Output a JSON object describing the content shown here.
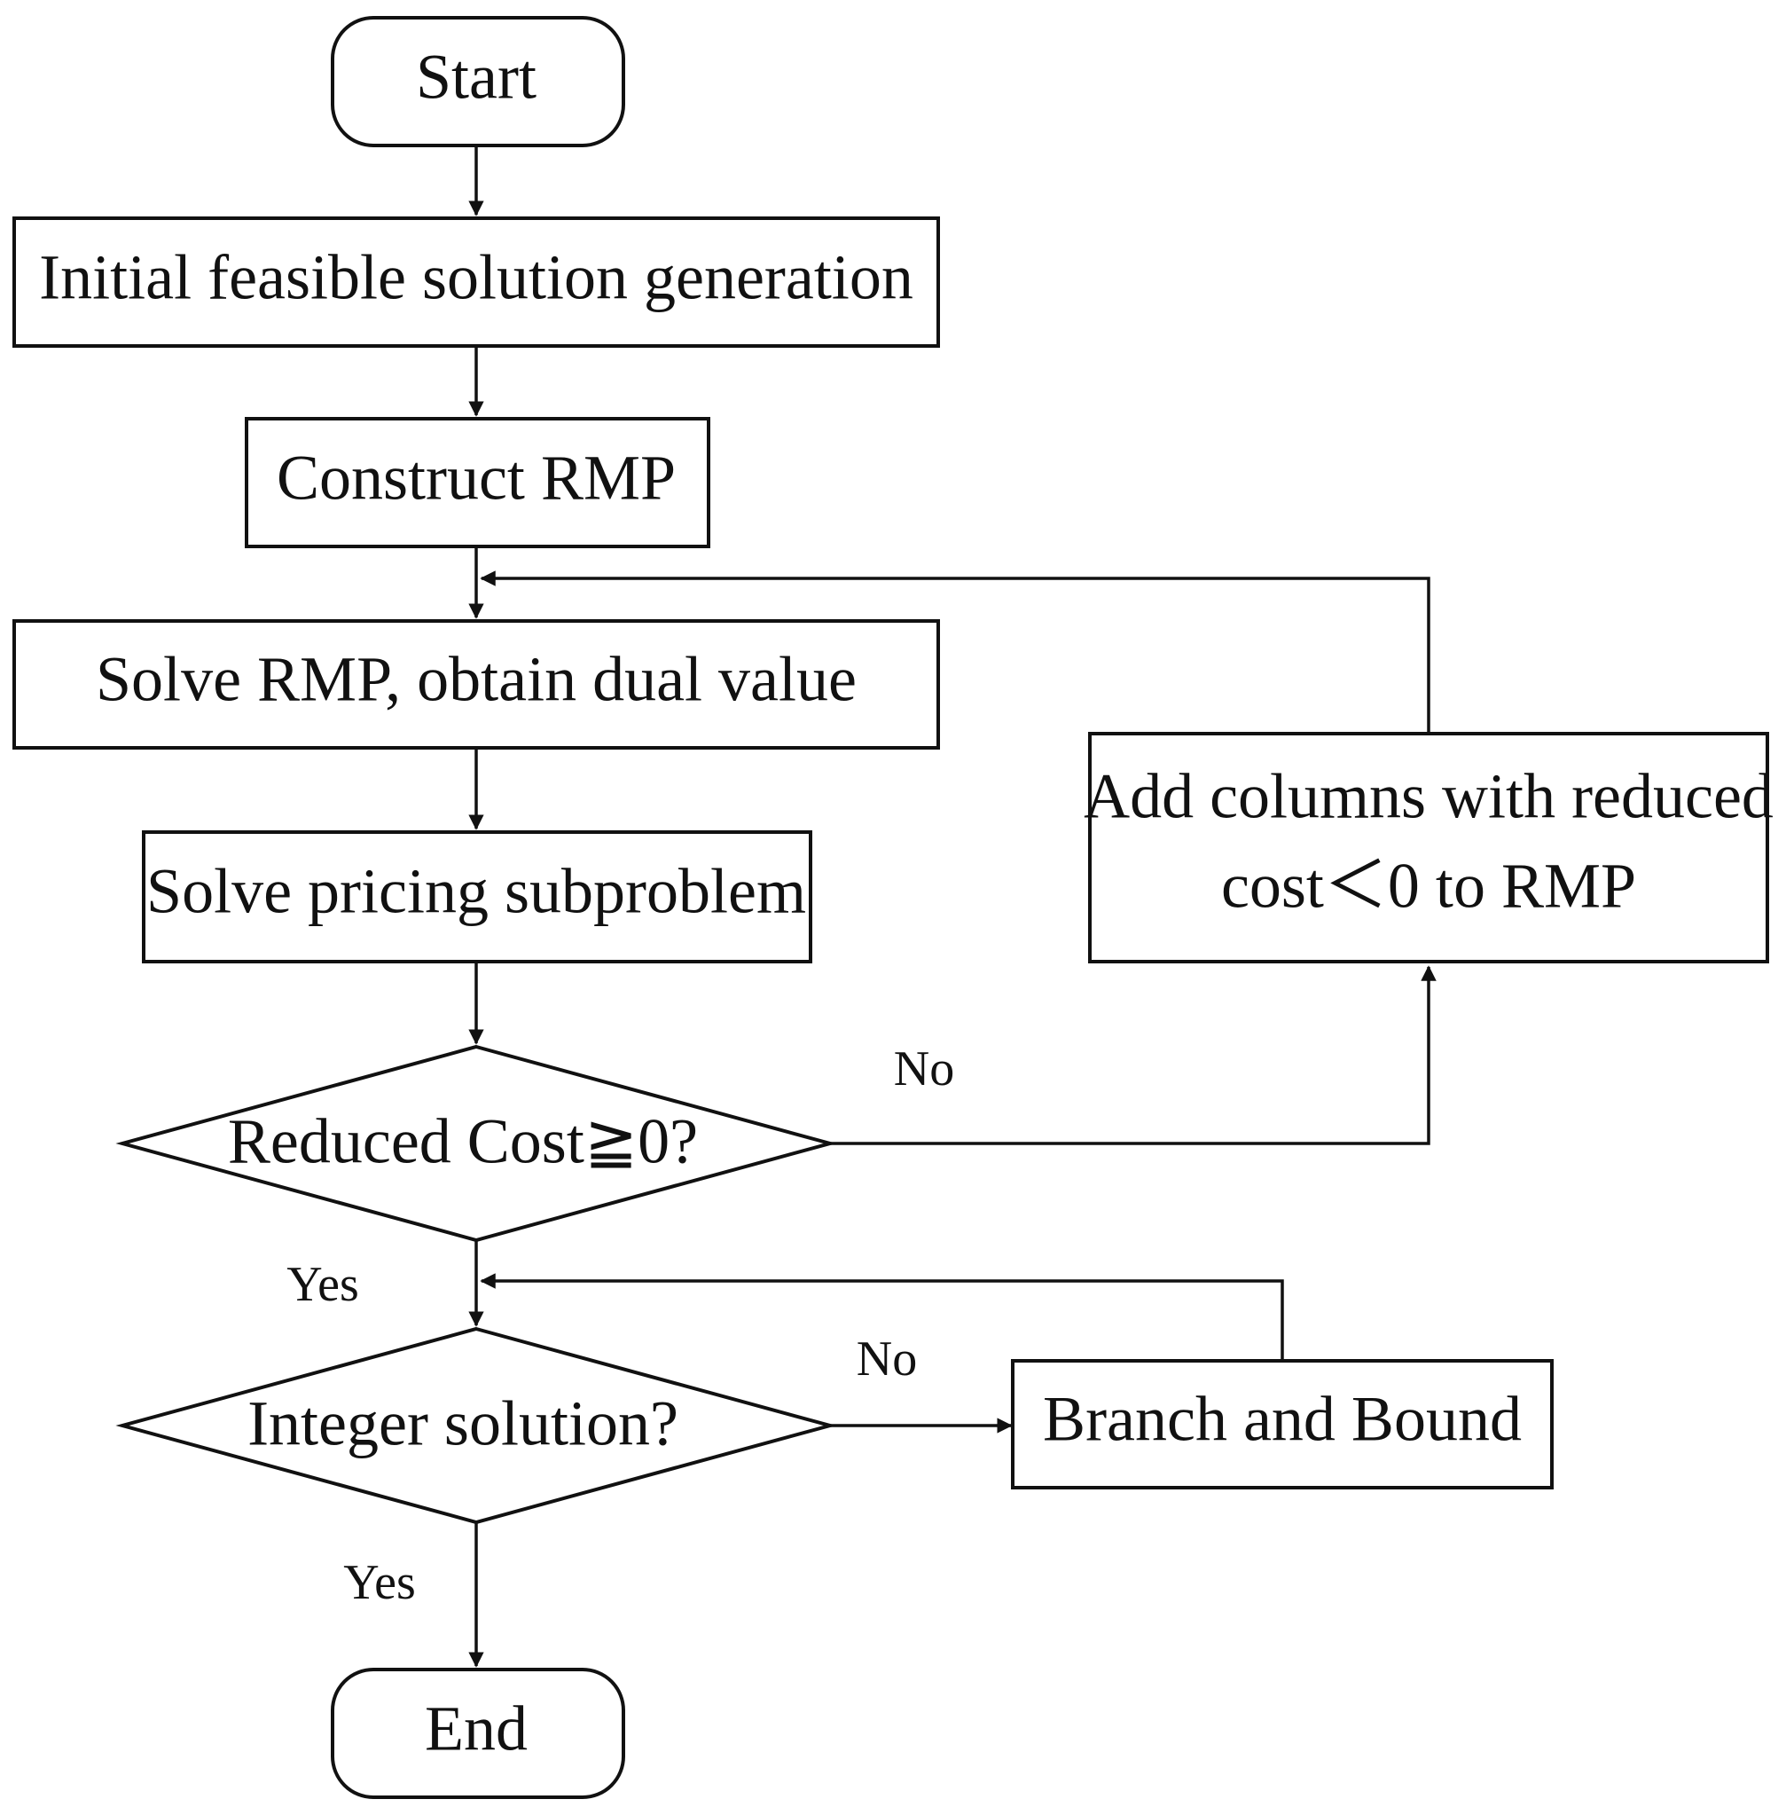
{
  "flowchart": {
    "nodes": {
      "start": "Start",
      "init": "Initial feasible solution generation",
      "construct": "Construct RMP",
      "solve_rmp": "Solve RMP, obtain dual value",
      "pricing": "Solve pricing subproblem",
      "reduced_cost": "Reduced Cost≧0?",
      "add_columns_line1": "Add columns with reduced",
      "add_columns_line2": "cost＜0 to RMP",
      "integer": "Integer solution?",
      "branch": "Branch and Bound",
      "end": "End"
    },
    "edge_labels": {
      "reduced_no": "No",
      "reduced_yes": "Yes",
      "integer_no": "No",
      "integer_yes": "Yes"
    }
  }
}
